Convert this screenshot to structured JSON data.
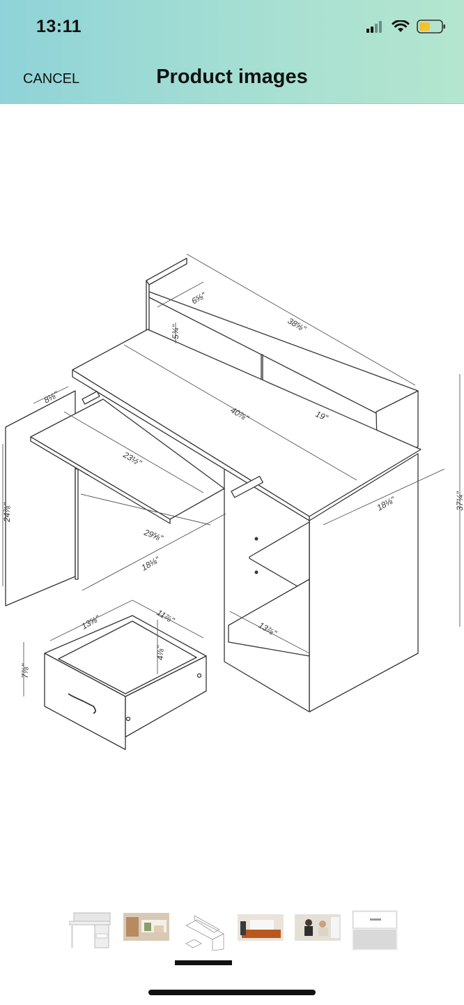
{
  "status_bar": {
    "time": "13:11"
  },
  "header": {
    "cancel_label": "CANCEL",
    "title": "Product images"
  },
  "image": {
    "dimensions": [
      "38⅝\"",
      "6⅝\"",
      "5¾\"",
      "40⅞\"",
      "19\"",
      "8⅛\"",
      "23½\"",
      "24⅞\"",
      "29⅝\"",
      "18⅛\"",
      "18⅛\"",
      "37¼\"",
      "13⅝\"",
      "11⅞\"",
      "4⅞\"",
      "7⅞\"",
      "13⅞\""
    ]
  },
  "thumbnails": [
    {
      "name": "desk-front"
    },
    {
      "name": "room-scene"
    },
    {
      "name": "dimension-drawing"
    },
    {
      "name": "bedroom-scene"
    },
    {
      "name": "assembly-scene"
    },
    {
      "name": "drawer-closeup"
    }
  ],
  "selected_thumbnail": 3
}
